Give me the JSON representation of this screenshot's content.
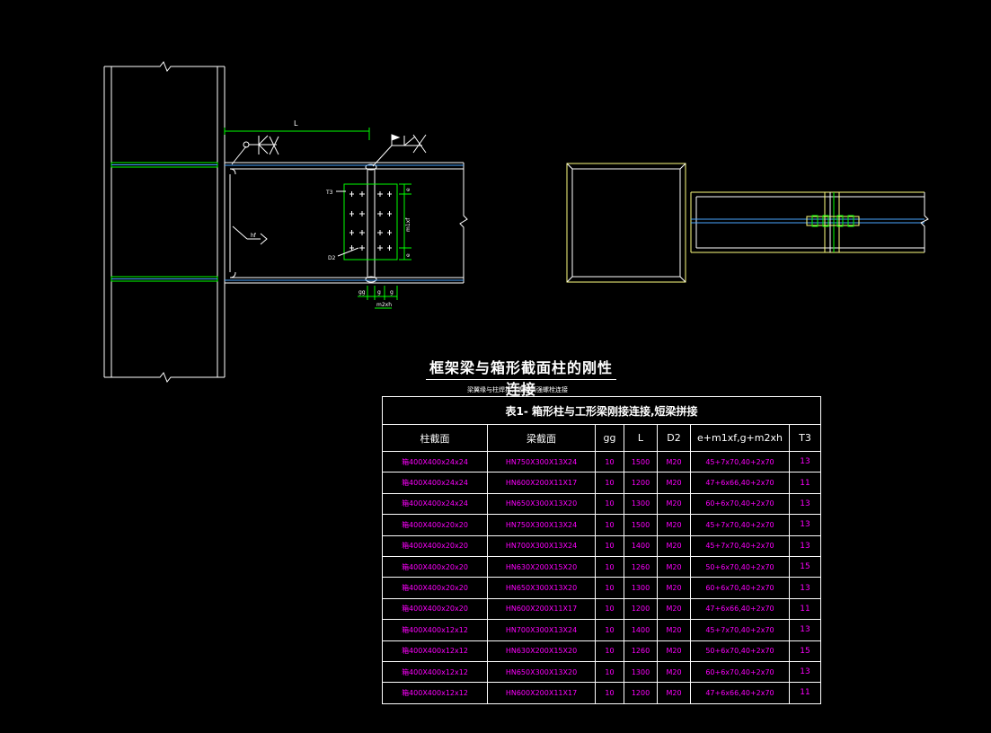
{
  "drawing": {
    "title": "框架梁与箱形截面柱的刚性连接",
    "subtitle": "梁翼缘与柱焊接，腹板高强螺栓连接",
    "labels": {
      "L": "L",
      "T3": "T3",
      "D2": "D2",
      "hf": "hf",
      "e": "e",
      "m1xf": "m1xf",
      "gg": "gg",
      "g": "g",
      "m2xh": "m2xh"
    }
  },
  "table": {
    "caption": "表1- 箱形柱与工形梁刚接连接,短梁拼接",
    "headers": [
      "柱截面",
      "梁截面",
      "gg",
      "L",
      "D2",
      "e+m1xf,g+m2xh",
      "T3"
    ],
    "rows": [
      [
        "箱400X400x24x24",
        "HN750X300X13X24",
        "10",
        "1500",
        "M20",
        "45+7x70,40+2x70",
        "13"
      ],
      [
        "箱400X400x24x24",
        "HN600X200X11X17",
        "10",
        "1200",
        "M20",
        "47+6x66,40+2x70",
        "11"
      ],
      [
        "箱400X400x24x24",
        "HN650X300X13X20",
        "10",
        "1300",
        "M20",
        "60+6x70,40+2x70",
        "13"
      ],
      [
        "箱400X400x20x20",
        "HN750X300X13X24",
        "10",
        "1500",
        "M20",
        "45+7x70,40+2x70",
        "13"
      ],
      [
        "箱400X400x20x20",
        "HN700X300X13X24",
        "10",
        "1400",
        "M20",
        "45+7x70,40+2x70",
        "13"
      ],
      [
        "箱400X400x20x20",
        "HN630X200X15X20",
        "10",
        "1260",
        "M20",
        "50+6x70,40+2x70",
        "15"
      ],
      [
        "箱400X400x20x20",
        "HN650X300X13X20",
        "10",
        "1300",
        "M20",
        "60+6x70,40+2x70",
        "13"
      ],
      [
        "箱400X400x20x20",
        "HN600X200X11X17",
        "10",
        "1200",
        "M20",
        "47+6x66,40+2x70",
        "11"
      ],
      [
        "箱400X400x12x12",
        "HN700X300X13X24",
        "10",
        "1400",
        "M20",
        "45+7x70,40+2x70",
        "13"
      ],
      [
        "箱400X400x12x12",
        "HN630X200X15X20",
        "10",
        "1260",
        "M20",
        "50+6x70,40+2x70",
        "15"
      ],
      [
        "箱400X400x12x12",
        "HN650X300X13X20",
        "10",
        "1300",
        "M20",
        "60+6x70,40+2x70",
        "13"
      ],
      [
        "箱400X400x12x12",
        "HN600X200X11X17",
        "10",
        "1200",
        "M20",
        "47+6x66,40+2x70",
        "11"
      ]
    ]
  },
  "colors": {
    "background": "#000000",
    "outline": "#ffffff",
    "plate": "#00ff00",
    "dimension": "#00ff00",
    "beam_centerline": "#4aa6ff",
    "section_view": "#ffff80",
    "table_values": "#ff00ff"
  }
}
